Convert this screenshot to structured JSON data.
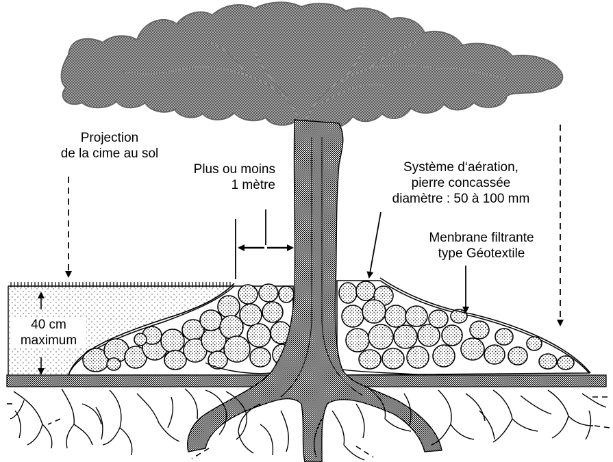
{
  "labels": {
    "projection_line1": "Projection",
    "projection_line2": "de la cime au sol",
    "distance_line1": "Plus ou moins",
    "distance_line2": "1 mètre",
    "aeration_line1": "Système d‘aération,",
    "aeration_line2": "pierre concassée",
    "aeration_line3": "diamètre : 50 à 100 mm",
    "membrane_line1": "Menbrane filtrante",
    "membrane_line2": "type  Géotextile",
    "depth_line1": "40 cm",
    "depth_line2": "maximum"
  },
  "colors": {
    "ink": "#000000",
    "paper": "#ffffff"
  }
}
